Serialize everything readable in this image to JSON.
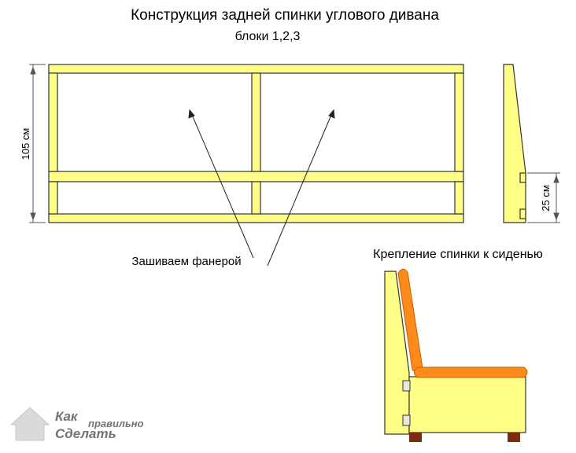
{
  "diagram": {
    "title": "Конструкция задней спинки углового дивана",
    "subtitle": "блоки 1,2,3",
    "height_label": "105 см",
    "depth_label": "25 см",
    "plywood_label": "Зашиваем фанерой",
    "mount_label": "Крепление спинки к сиденью",
    "colors": {
      "wood": "#ffff88",
      "outline": "#333333",
      "cushion": "#ff8a1c",
      "cushion_edge": "#c95f00",
      "leg": "#7a2c12"
    }
  },
  "watermark": {
    "line1": "Как",
    "line2": "правильно",
    "line3": "Сделать"
  }
}
